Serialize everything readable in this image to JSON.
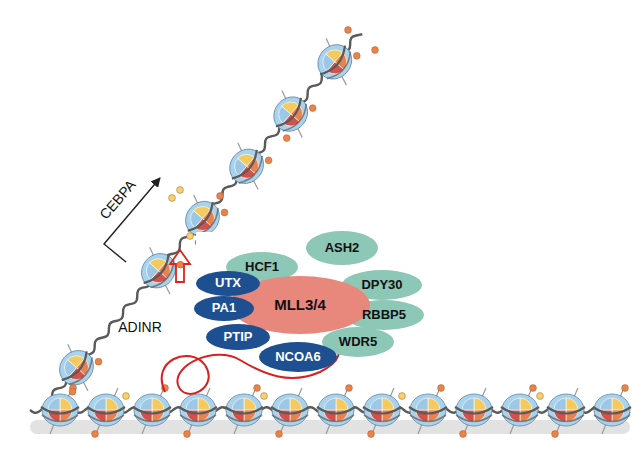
{
  "diagram": {
    "nodes": [
      {
        "text": [
          "HCF1"
        ]
      },
      {
        "text": [
          "ASH2"
        ]
      },
      {
        "text": [
          "UTX"
        ]
      },
      {
        "text": [
          "DPY30"
        ]
      },
      {
        "text": [
          "PA1"
        ]
      },
      {
        "text": [
          "MLL3/4"
        ]
      },
      {
        "text": [
          "RBBP5"
        ]
      },
      {
        "text": [
          "PTIP"
        ]
      },
      {
        "text": [
          "WDR5"
        ]
      },
      {
        "text": [
          "NCOA6"
        ]
      }
    ],
    "labels": [
      "CEBPA",
      "ADINR"
    ]
  }
}
